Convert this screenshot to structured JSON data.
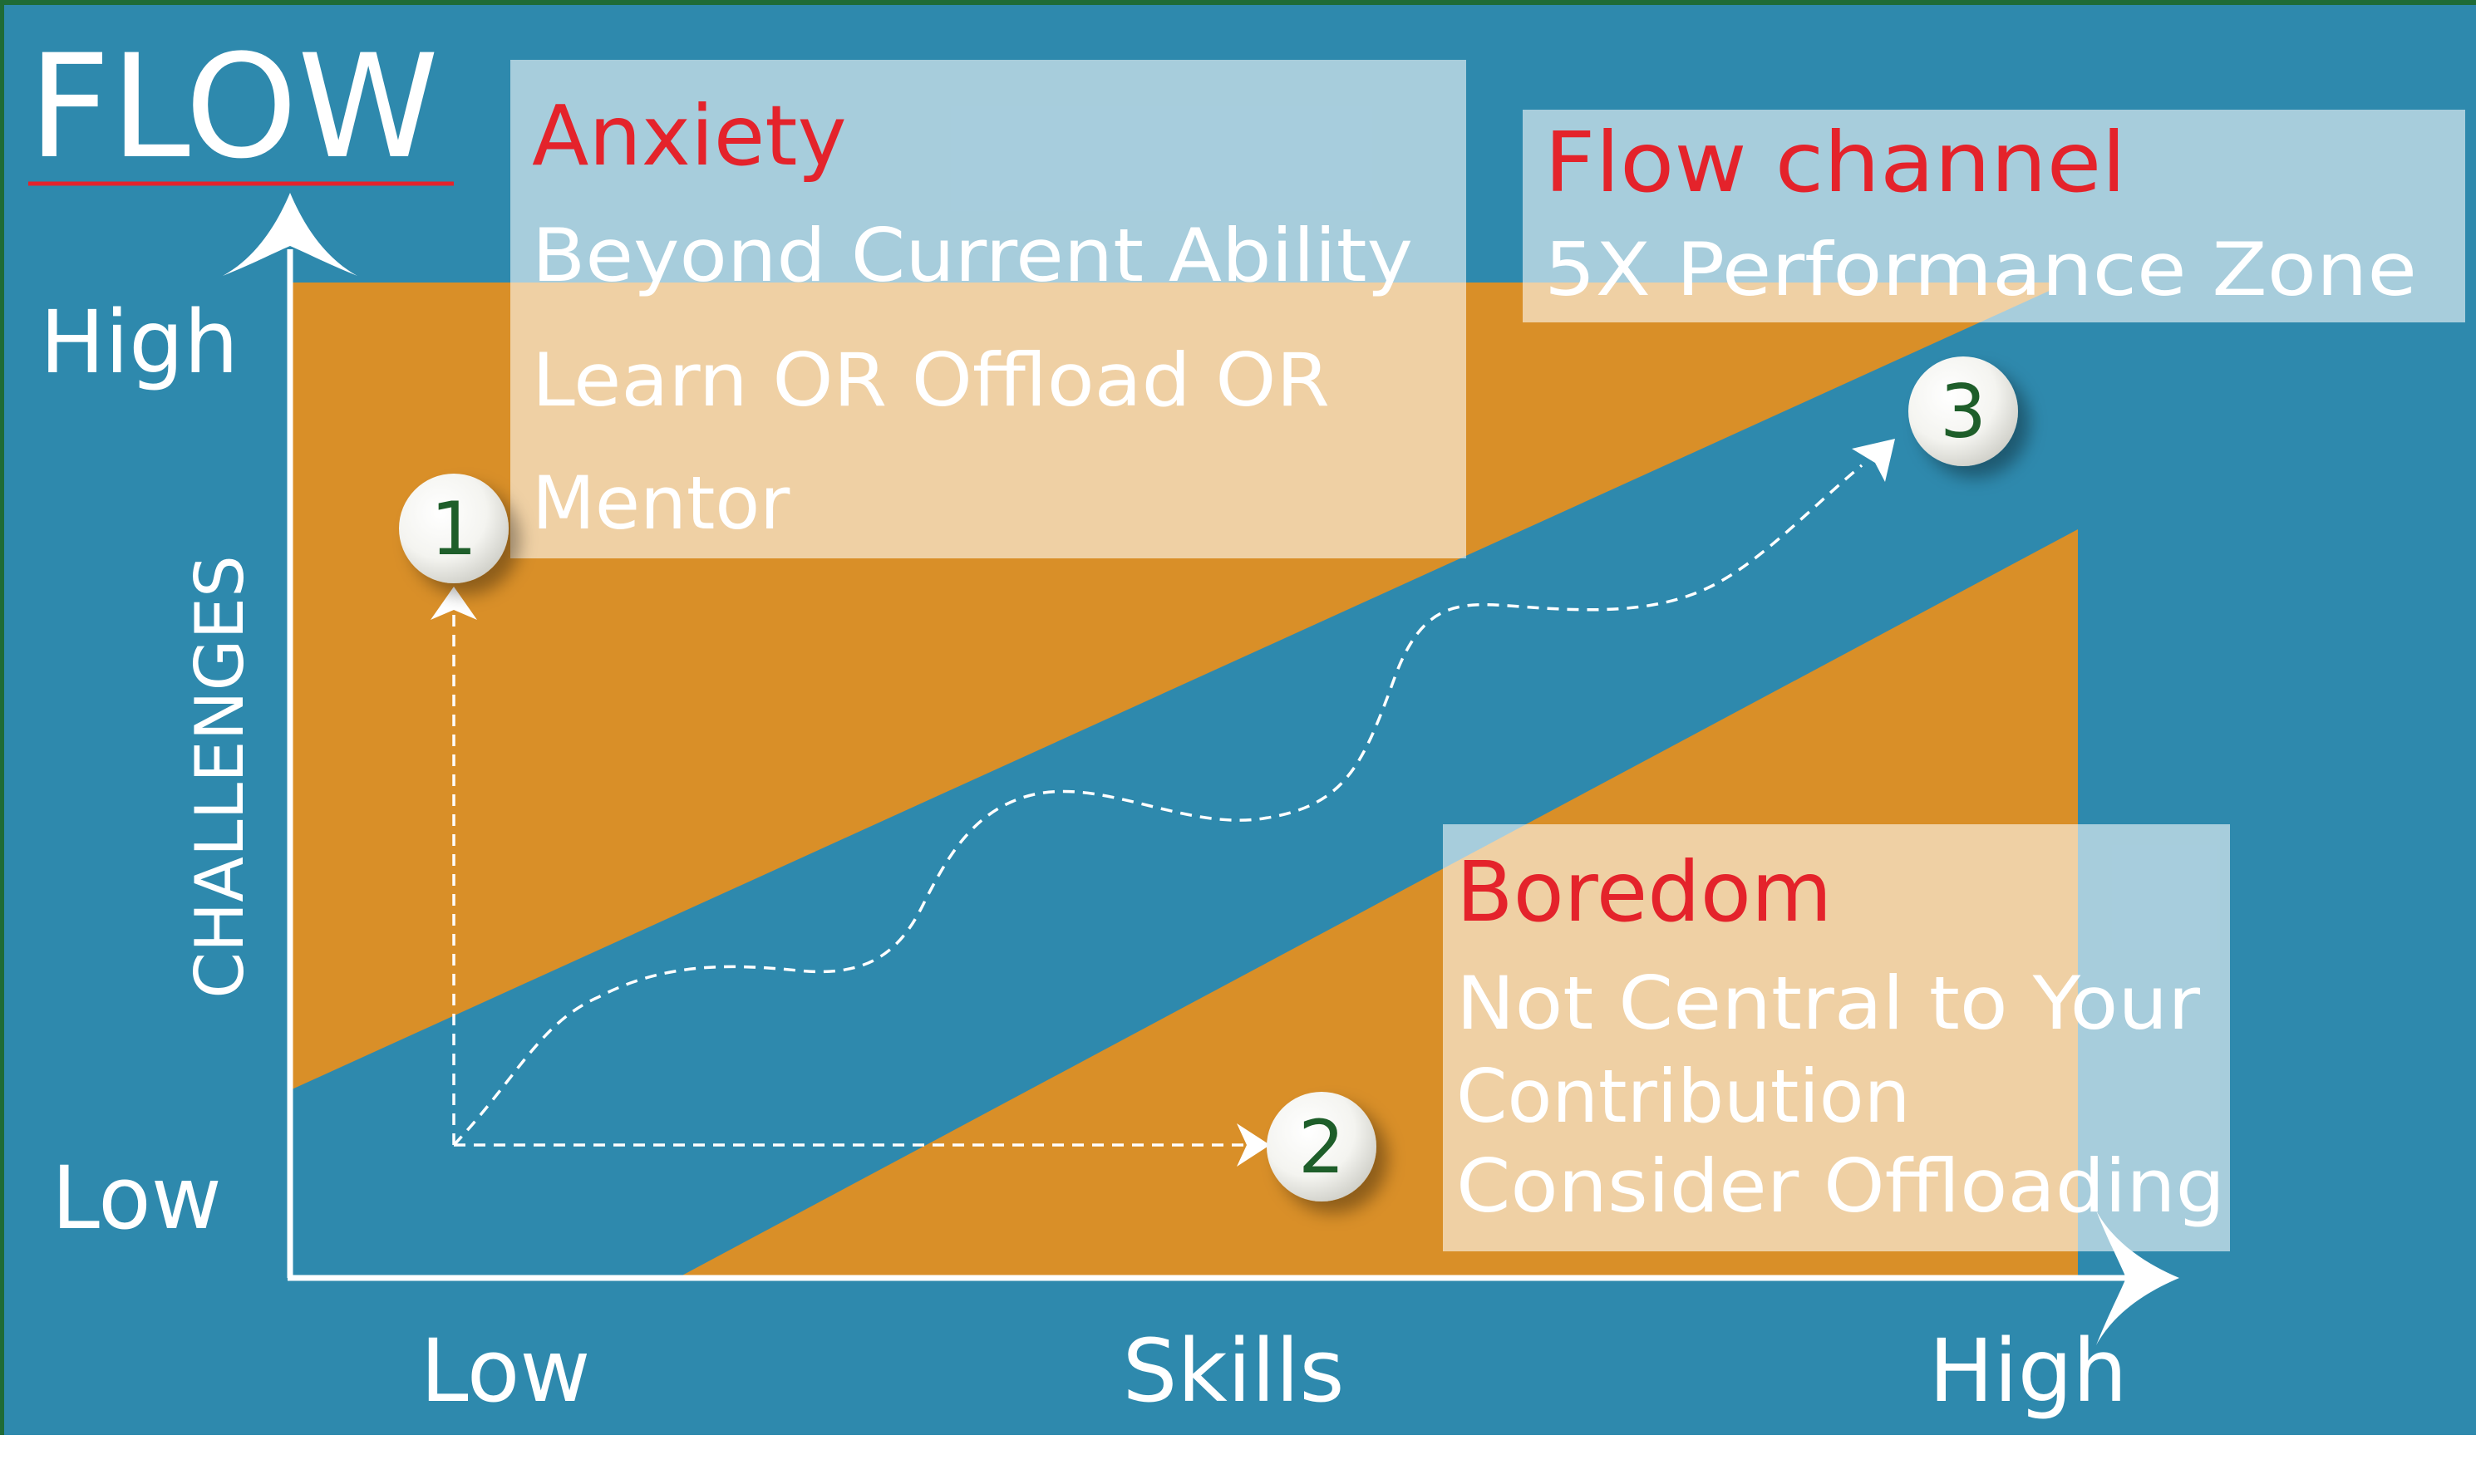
{
  "title": "FLOW",
  "y_axis": {
    "label": "CHALLENGES",
    "high": "High",
    "low": "Low"
  },
  "x_axis": {
    "label": "Skills",
    "low": "Low",
    "high": "High"
  },
  "zones": {
    "anxiety": {
      "heading": "Anxiety",
      "lines": [
        "Beyond Current Ability",
        "Learn OR Offload OR",
        "Mentor"
      ]
    },
    "flow_channel": {
      "heading": "Flow channel",
      "lines": [
        "5X Performance Zone"
      ]
    },
    "boredom": {
      "heading": "Boredom",
      "lines": [
        "Not Central to Your",
        "Contribution",
        "Consider Offloading"
      ]
    }
  },
  "markers": [
    "1",
    "2",
    "3"
  ],
  "colors": {
    "background": "#2E89AD",
    "band": "#D98F28",
    "heading_red": "#E4232B",
    "marker_text": "#1E5E2A",
    "text_white": "#FFFFFF",
    "title_underline": "#E4232B"
  }
}
